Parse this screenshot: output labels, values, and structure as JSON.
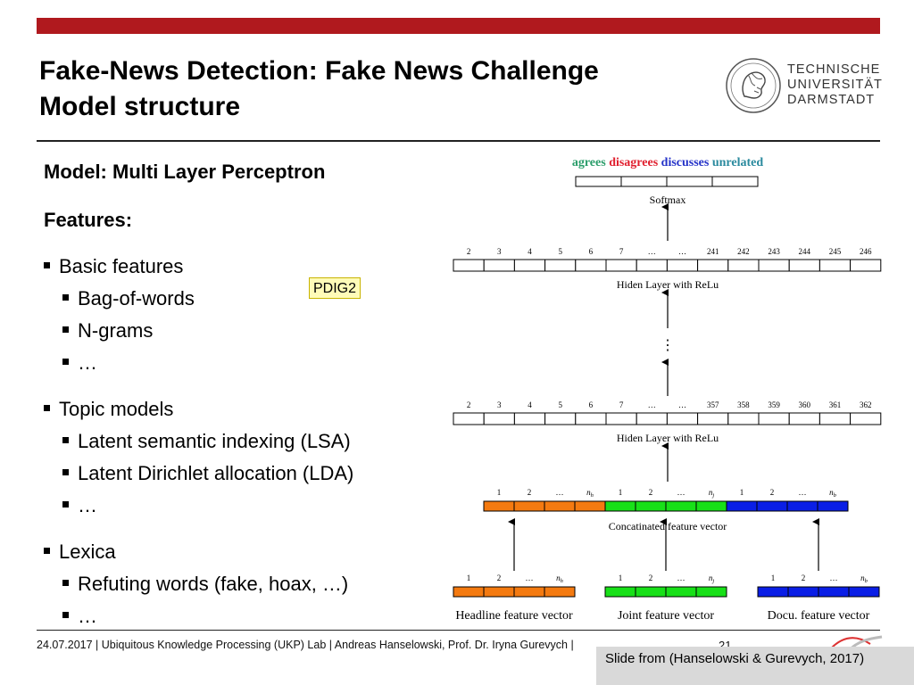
{
  "slide": {
    "title_line1": "Fake-News Detection: Fake News Challenge",
    "title_line2": "Model structure",
    "logo_text": [
      "TECHNISCHE",
      "UNIVERSITÄT",
      "DARMSTADT"
    ],
    "model_heading": "Model: Multi Layer Perceptron",
    "features_heading": "Features:",
    "sticker": "PDIG2",
    "bullets": [
      {
        "level": 1,
        "text": "Basic features"
      },
      {
        "level": 2,
        "text": "Bag-of-words"
      },
      {
        "level": 2,
        "text": "N-grams"
      },
      {
        "level": 2,
        "text": "…"
      },
      {
        "level": 1,
        "text": "Topic models"
      },
      {
        "level": 2,
        "text": "Latent semantic indexing (LSA)"
      },
      {
        "level": 2,
        "text": "Latent Dirichlet allocation (LDA)"
      },
      {
        "level": 2,
        "text": "…"
      },
      {
        "level": 1,
        "text": "Lexica"
      },
      {
        "level": 2,
        "text": "Refuting words (fake, hoax, …)"
      },
      {
        "level": 2,
        "text": "…"
      }
    ],
    "footer": "24.07.2017 | Ubiquitous Knowledge Processing (UKP) Lab | Andreas Hanselowski, Prof. Dr. Iryna Gurevych |",
    "page_number": "21",
    "credit": "Slide from (Hanselowski & Gurevych, 2017)"
  },
  "diagram": {
    "classes": [
      {
        "label": "agrees",
        "color": "#2a9d6a"
      },
      {
        "label": "disagrees",
        "color": "#e01e2d"
      },
      {
        "label": "discusses",
        "color": "#2432c8"
      },
      {
        "label": "unrelated",
        "color": "#2a8a9e"
      }
    ],
    "softmax_label": "Softmax",
    "hidden_top_indices": [
      "2",
      "3",
      "4",
      "5",
      "6",
      "7",
      "…",
      "…",
      "241",
      "242",
      "243",
      "244",
      "245",
      "246"
    ],
    "hidden_top_label": "Hiden Layer with ReLu",
    "vdots": "⋮",
    "hidden_bottom_indices": [
      "2",
      "3",
      "4",
      "5",
      "6",
      "7",
      "…",
      "…",
      "357",
      "358",
      "359",
      "360",
      "361",
      "362"
    ],
    "hidden_bottom_label": "Hiden Layer with ReLu",
    "concat_indices": [
      "1",
      "2",
      "…",
      "n_h",
      "1",
      "2",
      "…",
      "n_j",
      "1",
      "2",
      "…",
      "n_b"
    ],
    "concat_label": "Concatinated feature vector",
    "inputs": [
      {
        "label": "Headline feature vector",
        "indices": [
          "1",
          "2",
          "…",
          "n_h"
        ],
        "color": "#f47a10"
      },
      {
        "label": "Joint feature vector",
        "indices": [
          "1",
          "2",
          "…",
          "n_j"
        ],
        "color": "#18e018"
      },
      {
        "label": "Docu. feature vector",
        "indices": [
          "1",
          "2",
          "…",
          "n_b"
        ],
        "color": "#0a1ee6"
      }
    ]
  }
}
